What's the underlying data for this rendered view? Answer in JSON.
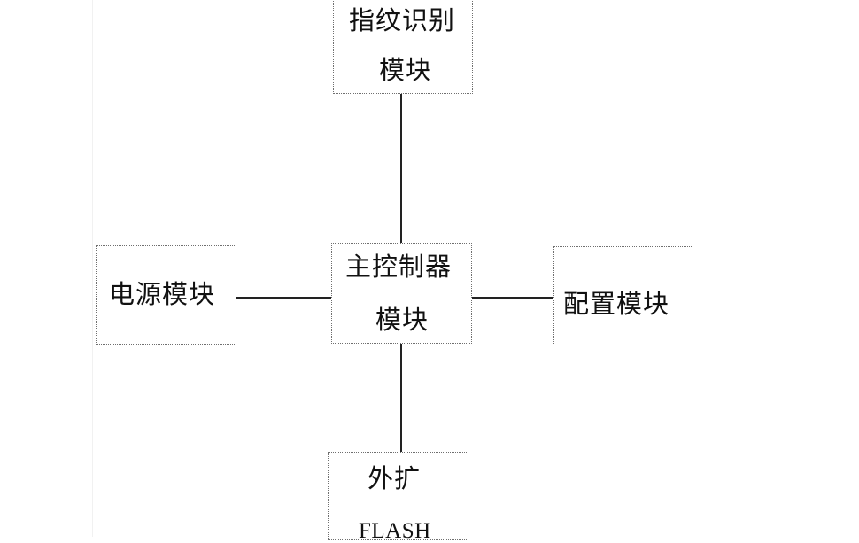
{
  "diagram": {
    "nodes": {
      "fingerprint": {
        "line1": "指纹识别",
        "line2": "模块"
      },
      "controller": {
        "line1": "主控制器",
        "line2": "模块"
      },
      "power": {
        "label": "电源模块"
      },
      "config": {
        "label": "配置模块"
      },
      "flash": {
        "line1": "外扩",
        "line2": "FLASH"
      }
    },
    "edges": [
      [
        "fingerprint",
        "controller"
      ],
      [
        "power",
        "controller"
      ],
      [
        "controller",
        "config"
      ],
      [
        "controller",
        "flash"
      ]
    ]
  }
}
